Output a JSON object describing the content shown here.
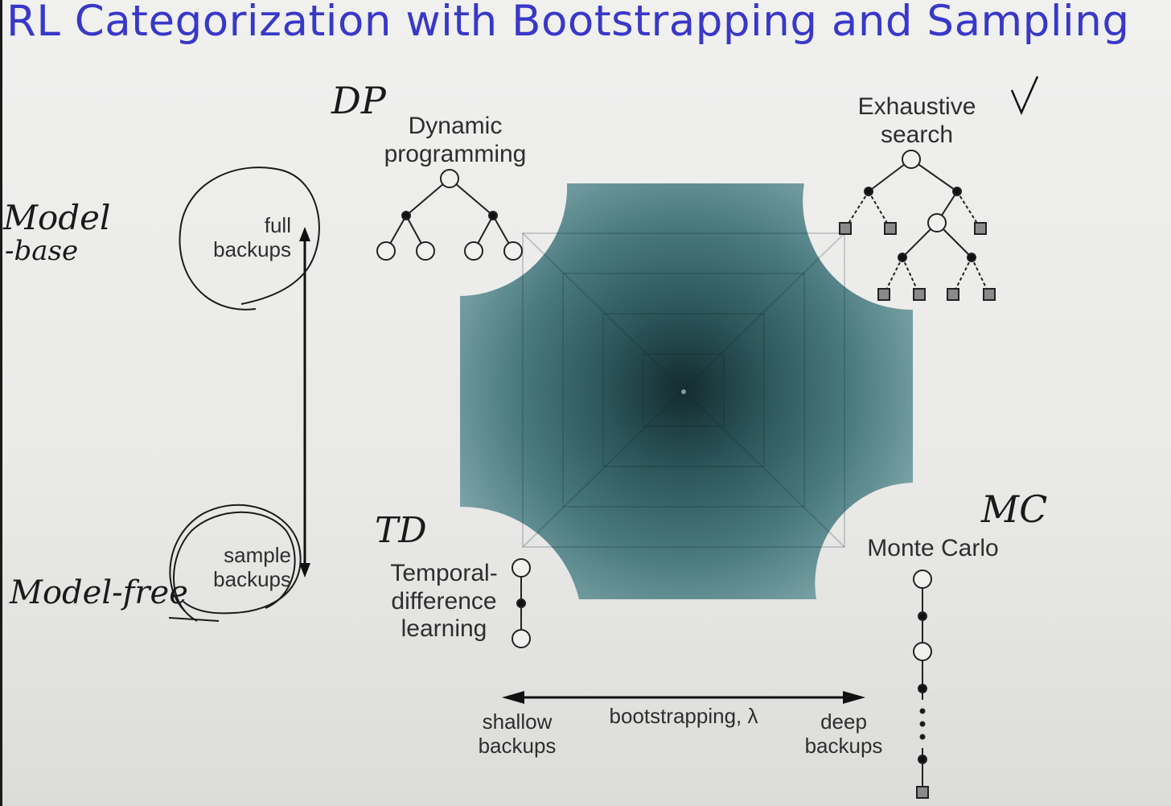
{
  "title": "RL Categorization with Bootstrapping and Sampling",
  "corners": {
    "dynamic_programming": [
      "Dynamic",
      "programming"
    ],
    "exhaustive_search": [
      "Exhaustive",
      "search"
    ],
    "temporal_difference": [
      "Temporal-",
      "difference",
      "learning"
    ],
    "monte_carlo": "Monte Carlo"
  },
  "axes": {
    "vertical_top": [
      "full",
      "backups"
    ],
    "vertical_bottom": [
      "sample",
      "backups"
    ],
    "horizontal_left": [
      "shallow",
      "backups"
    ],
    "horizontal_right": [
      "deep",
      "backups"
    ],
    "horizontal_center": "bootstrapping, λ"
  },
  "annotations": {
    "dp": "DP",
    "check": "✓",
    "td": "TD",
    "mc": "MC",
    "model_based": [
      "Model",
      "-base"
    ],
    "model_free": "Model-free"
  },
  "colors": {
    "title": "#3838c8",
    "hypercube_center": "#142c30",
    "hypercube_edge": "#6e9ca0"
  }
}
